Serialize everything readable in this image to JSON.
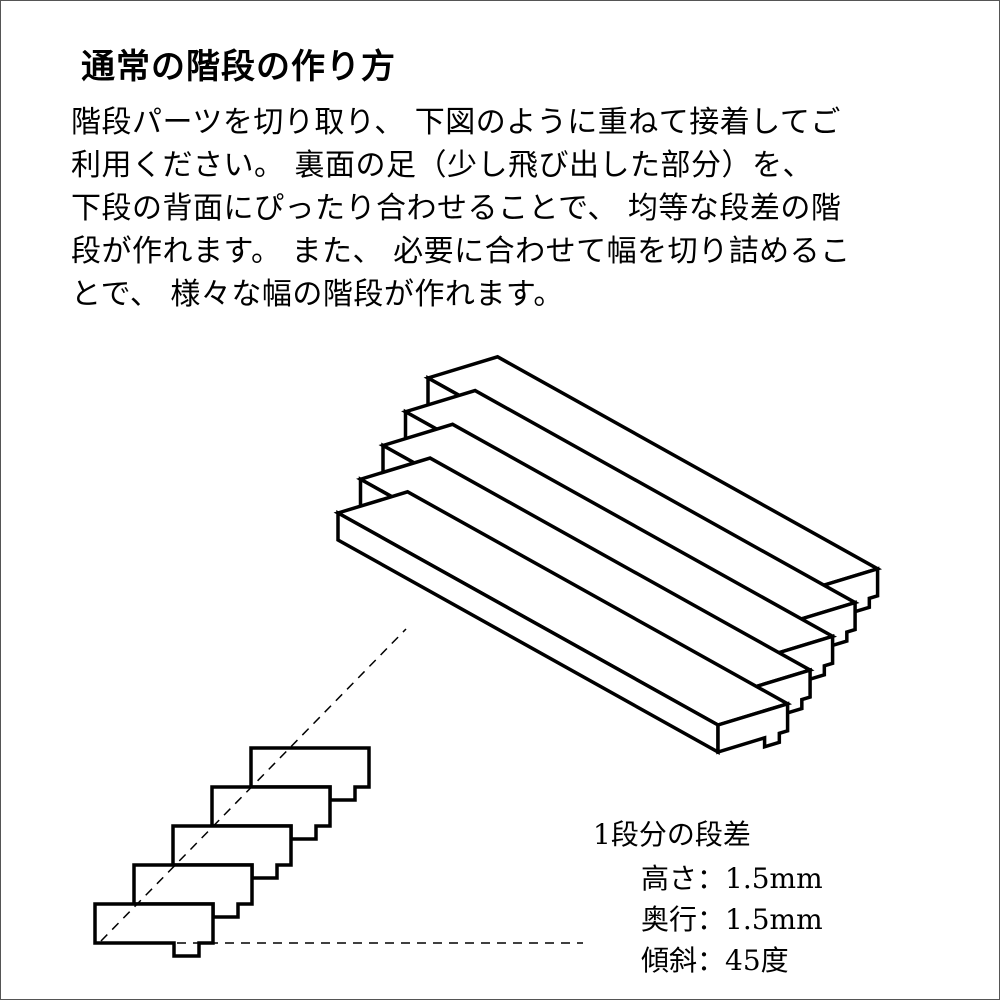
{
  "title": "通常の階段の作り方",
  "description_lines": [
    "階段パーツを切り取り、 下図のように重ねて接着してご",
    "利用ください。 裏面の足（少し飛び出した部分）を、",
    "下段の背面にぴったり合わせることで、 均等な段差の階",
    "段が作れます。 また、 必要に合わせて幅を切り詰めるこ",
    "とで、 様々な幅の階段が作れます。"
  ],
  "spec": {
    "heading": "1段分の段差",
    "height": "高さ：1.5mm",
    "depth": "奥行：1.5mm",
    "slope": "傾斜：45度"
  },
  "step_count": 5
}
